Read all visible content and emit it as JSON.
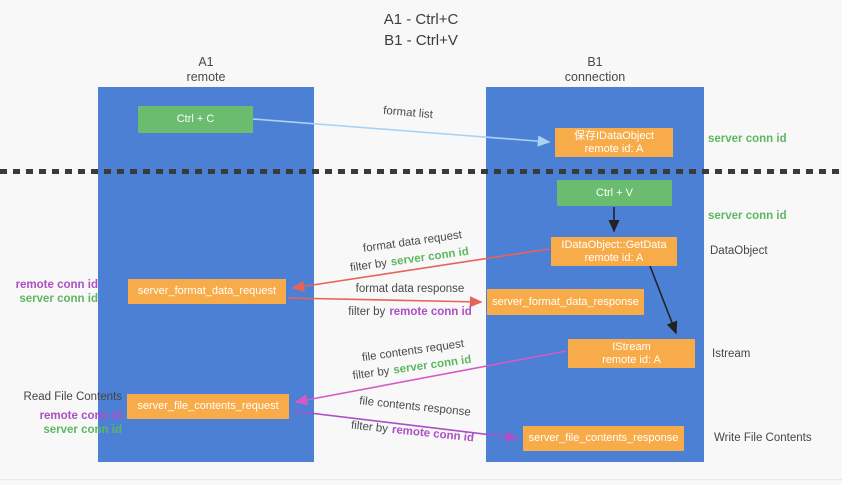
{
  "title": {
    "line1": "A1 - Ctrl+C",
    "line2": "B1 - Ctrl+V"
  },
  "columns": {
    "left": {
      "id": "A1",
      "role": "remote"
    },
    "right": {
      "id": "B1",
      "role": "connection"
    }
  },
  "nodes": {
    "ctrl_c": "Ctrl + C",
    "save_dataobject": {
      "title": "保存IDataObject",
      "sub": "remote id: A"
    },
    "ctrl_v": "Ctrl + V",
    "getdata": {
      "title": "IDataObject::GetData",
      "sub": "remote id: A"
    },
    "format_request": "server_format_data_request",
    "format_response": "server_format_data_response",
    "istream": {
      "title": "IStream",
      "sub": "remote id: A"
    },
    "file_request": "server_file_contents_request",
    "file_response": "server_file_contents_response"
  },
  "arrow_labels": {
    "format_list": "format list",
    "format_data_request": "format data request",
    "format_data_response": "format data response",
    "file_contents_request": "file contents request",
    "file_contents_response": "file contents response",
    "filter_by": "filter by"
  },
  "ids": {
    "server_conn_id": "server conn id",
    "remote_conn_id": "remote conn id"
  },
  "side_labels": {
    "dataobject": "DataObject",
    "istream": "Istream",
    "read_file_contents": "Read File Contents",
    "write_file_contents": "Write File Contents"
  },
  "colors": {
    "lifeline_blue": "#4b80d5",
    "node_green": "#6abd6f",
    "node_orange": "#f8ab49",
    "arrow_light_blue": "#a9d2f3",
    "arrow_red": "#e8635a",
    "arrow_magenta": "#d45bc5",
    "arrow_purple": "#aa4fc8",
    "arrow_black": "#222222",
    "id_green": "#5db761",
    "id_purple": "#ad4fc4"
  }
}
